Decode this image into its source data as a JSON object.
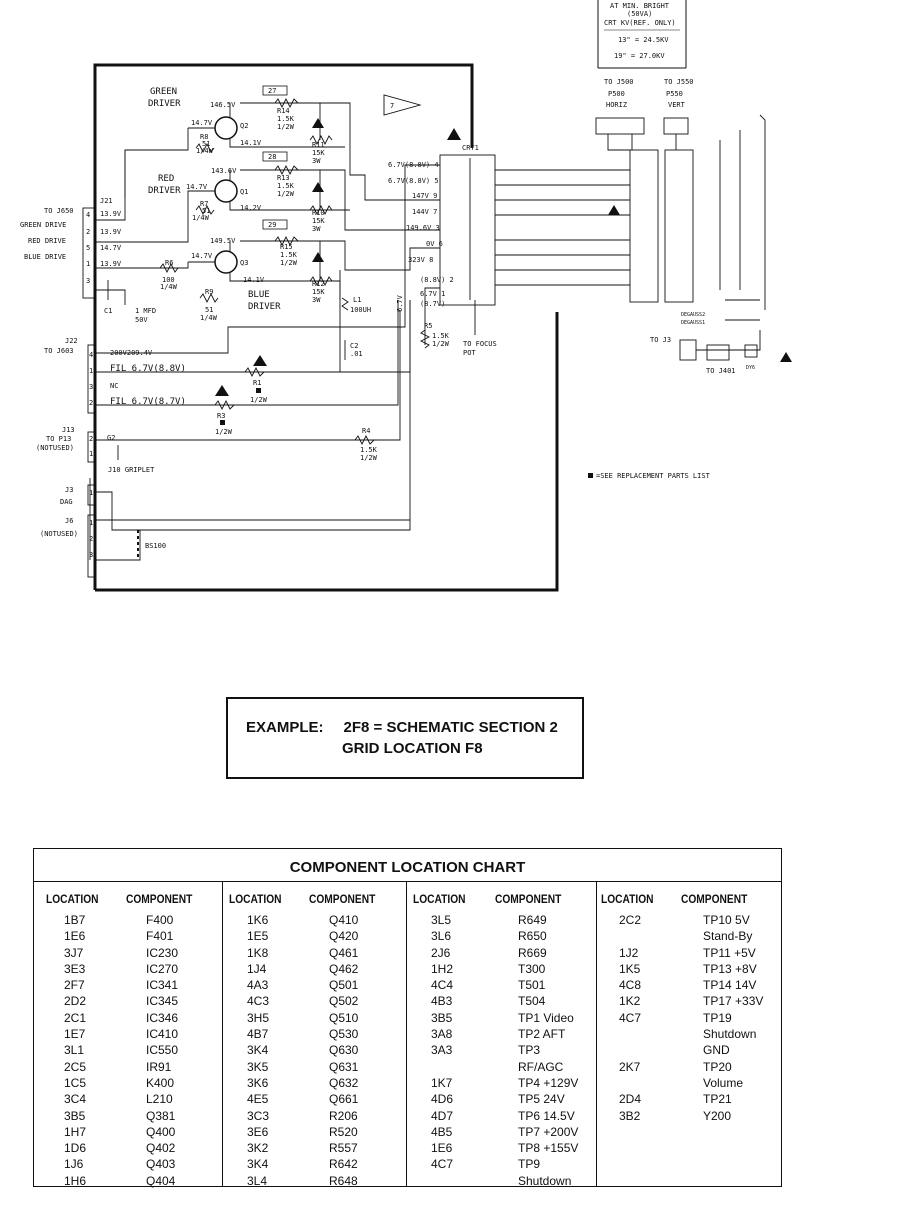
{
  "crt_note": {
    "lines": [
      "AT MIN. BRIGHT",
      "(50VA)",
      "CRT KV(REF. ONLY)",
      "13\" = 24.5KV",
      "19\" = 27.0KV"
    ]
  },
  "schematic": {
    "drivers": {
      "green": [
        "GREEN",
        "DRIVER"
      ],
      "red": [
        "RED",
        "DRIVER"
      ],
      "blue": [
        "BLUE",
        "DRIVER"
      ]
    },
    "connectors": {
      "j21": "J21",
      "to_j650": "TO J650",
      "green_drive": "GREEN DRIVE",
      "red_drive": "RED DRIVE",
      "blue_drive": "BLUE DRIVE",
      "j22": "J22",
      "to_j603": "TO J603",
      "j13": "J13",
      "to_p13": "TO P13",
      "notused": "(NOTUSED)",
      "j10": "J10 GRIPLET",
      "j3": "J3",
      "dag": "DAG",
      "j6": "J6",
      "notused2": "(NOTUSED)",
      "bs100": "BS100",
      "crt1": "CRT1",
      "to_focus": "TO FOCUS",
      "pot": "POT",
      "to_j500": "TO J500",
      "p500": "P500",
      "horiz": "HORIZ",
      "to_j550": "TO J550",
      "p550": "P550",
      "vert": "VERT",
      "to_j3": "TO J3",
      "to_j401": "TO J401",
      "degauss1": "DEGAUSS1",
      "degauss2": "DEGAUSS2",
      "dy6": "DY6"
    },
    "voltages": {
      "v146_5": "146.5V",
      "v14_7a": "14.7V",
      "v14_1a": "14.1V",
      "v143_6": "143.6V",
      "v14_7b": "14.7V",
      "v14_2": "14.2V",
      "v149_5": "149.5V",
      "v14_7c": "14.7V",
      "v14_1b": "14.1V",
      "v13_9a": "13.9V",
      "v13_9b": "13.9V",
      "v14_7d": "14.7V",
      "v13_9c": "13.9V",
      "v200": "200V209.4V",
      "fil1": "FIL 6.7V(8.8V)",
      "nc": "NC",
      "fil2": "FIL 6.7V(8.7V)",
      "g2": "G2",
      "crt_p4": "6.7V(8.8V) 4",
      "crt_p5": "6.7V(8.8V) 5",
      "crt_p9": "147V 9",
      "crt_p7": "144V 7",
      "crt_p3": "149.6V 3",
      "crt_p6": "0V 6",
      "crt_p8": "323V 8",
      "crt_p2": "(8.8V) 2",
      "crt_p1": "6.7V 1",
      "crt_p1b": "(8.7V)",
      "side": "6.7V",
      "arrow_label": "7"
    },
    "parts": {
      "q2": "Q2",
      "q1": "Q1",
      "q3": "Q3",
      "r8": [
        "R8",
        "51",
        "1/4W"
      ],
      "r7": [
        "R7",
        "51",
        "1/4W"
      ],
      "r6": [
        "R6",
        "100",
        "1/4W"
      ],
      "r9": [
        "R9",
        "51",
        "1/4W"
      ],
      "r14": [
        "R14",
        "1.5K",
        "1/2W"
      ],
      "r11": [
        "R11",
        "15K",
        "3W"
      ],
      "r13": [
        "R13",
        "1.5K",
        "1/2W"
      ],
      "r10": [
        "R10",
        "15K",
        "3W"
      ],
      "r15": [
        "R15",
        "1.5K",
        "1/2W"
      ],
      "r12": [
        "R12",
        "15K",
        "3W"
      ],
      "l1": [
        "L1",
        "100UH"
      ],
      "c1": [
        "C1",
        "1 MFD",
        "50V"
      ],
      "c2": [
        "C2",
        ".01"
      ],
      "r1": [
        "R1",
        "1/2W"
      ],
      "r3": [
        "R3",
        "1/2W"
      ],
      "r4": [
        "R4",
        "1.5K",
        "1/2W"
      ],
      "r5": [
        "R5",
        "1.5K",
        "1/2W"
      ],
      "tag27": "27",
      "tag28": "28",
      "tag29": "29"
    },
    "legend_note": "=SEE REPLACEMENT PARTS LIST"
  },
  "example": {
    "label": "EXAMPLE:",
    "text1": "2F8 = SCHEMATIC SECTION 2",
    "text2": "GRID LOCATION F8"
  },
  "component_chart": {
    "title": "COMPONENT LOCATION CHART",
    "columns": [
      {
        "loc_header": "LOCATION",
        "comp_header": "COMPONENT",
        "locations": [
          "1B7",
          "1E6",
          "3J7",
          "3E3",
          "2F7",
          "2D2",
          "2C1",
          "1E7",
          "3L1",
          "2C5",
          "1C5",
          "3C4",
          "3B5",
          "1H7",
          "1D6",
          "1J6",
          "1H6"
        ],
        "components": [
          "F400",
          "F401",
          "IC230",
          "IC270",
          "IC341",
          "IC345",
          "IC346",
          "IC410",
          "IC550",
          "IR91",
          "K400",
          "L210",
          "Q381",
          "Q400",
          "Q402",
          "Q403",
          "Q404"
        ]
      },
      {
        "loc_header": "LOCATION",
        "comp_header": "COMPONENT",
        "locations": [
          "1K6",
          "1E5",
          "1K8",
          "1J4",
          "4A3",
          "4C3",
          "3H5",
          "4B7",
          "3K4",
          "3K5",
          "3K6",
          "4E5",
          "3C3",
          "3E6",
          "3K2",
          "3K4",
          "3L4"
        ],
        "components": [
          "Q410",
          "Q420",
          "Q461",
          "Q462",
          "Q501",
          "Q502",
          "Q510",
          "Q530",
          "Q630",
          "Q631",
          "Q632",
          "Q661",
          "R206",
          "R520",
          "R557",
          "R642",
          "R648"
        ]
      },
      {
        "loc_header": "LOCATION",
        "comp_header": "COMPONENT",
        "locations": [
          "3L5",
          "3L6",
          "2J6",
          "1H2",
          "4C4",
          "4B3",
          "3B5",
          "3A8",
          "3A3",
          "",
          "1K7",
          "4D6",
          "4D7",
          "4B5",
          "1E6",
          "4C7",
          ""
        ],
        "components": [
          "R649",
          "R650",
          "R669",
          "T300",
          "T501",
          "T504",
          "TP1 Video",
          "TP2 AFT",
          "TP3",
          "RF/AGC",
          "TP4 +129V",
          "TP5 24V",
          "TP6 14.5V",
          "TP7 +200V",
          "TP8 +155V",
          "TP9",
          "Shutdown"
        ]
      },
      {
        "loc_header": "LOCATION",
        "comp_header": "COMPONENT",
        "locations": [
          "2C2",
          "",
          "1J2",
          "1K5",
          "4C8",
          "1K2",
          "4C7",
          "",
          "",
          "2K7",
          "",
          "2D4",
          "3B2"
        ],
        "components": [
          "TP10 5V",
          "Stand-By",
          "TP11 +5V",
          "TP13 +8V",
          "TP14 14V",
          "TP17 +33V",
          "TP19",
          "Shutdown",
          "GND",
          "TP20",
          "Volume",
          "TP21",
          "Y200"
        ]
      }
    ]
  }
}
